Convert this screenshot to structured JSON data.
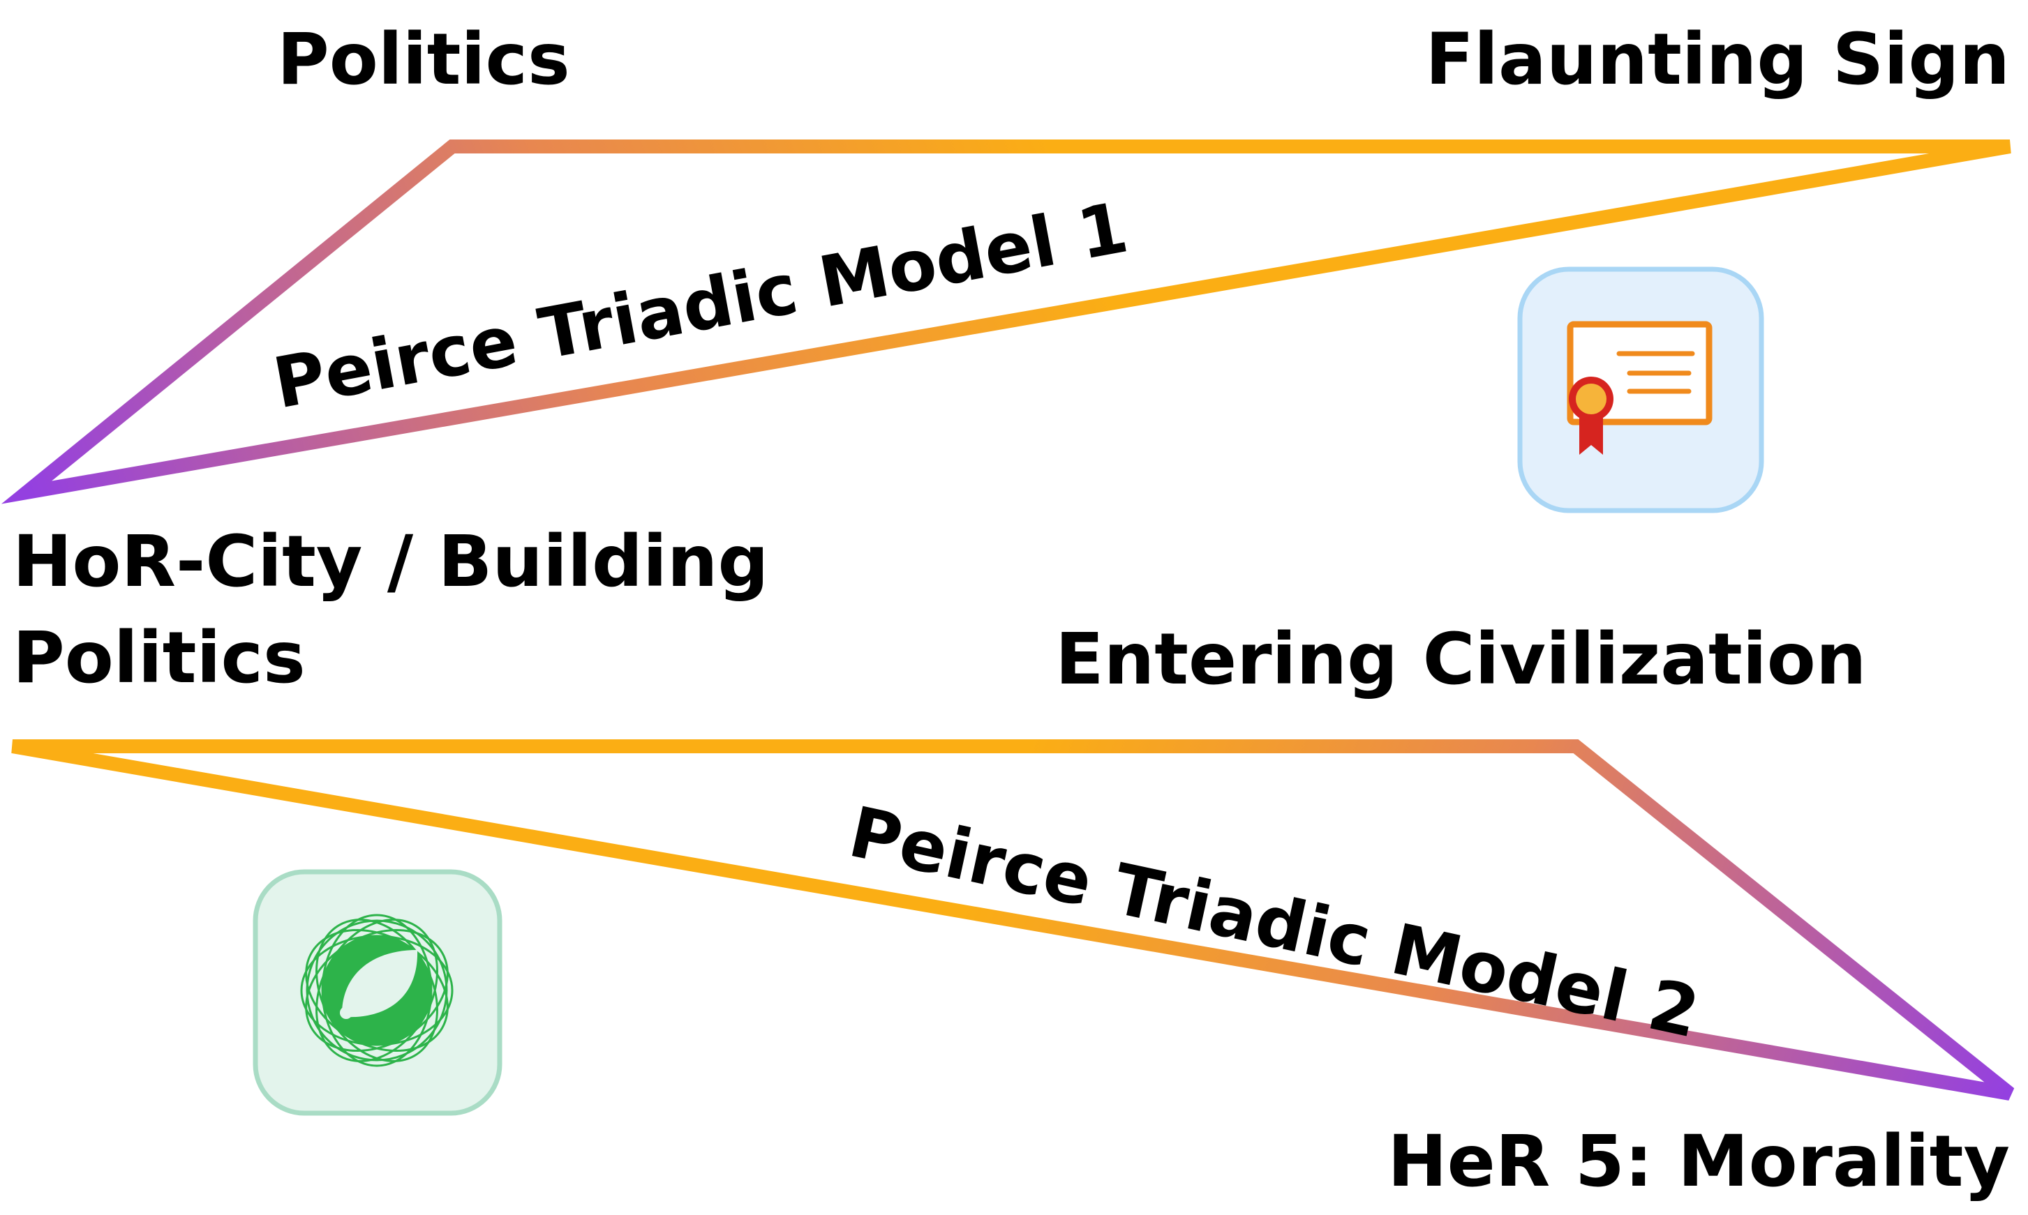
{
  "triangle_1": {
    "top_left_label": "Politics",
    "top_right_label": "Flaunting Sign",
    "bottom_left_label_line1": "HoR-City / Building",
    "bottom_left_label_line2": "Politics",
    "model_label": "Peirce Triadic Model 1",
    "icon": "certificate-icon"
  },
  "triangle_2": {
    "top_right_label": "Entering Civilization",
    "bottom_right_label": "HeR 5: Morality",
    "model_label": "Peirce Triadic Model 2",
    "icon": "leaf-icon"
  },
  "colors": {
    "gradient_purple": "#9440E0",
    "gradient_orange": "#FBAE14",
    "certificate_tile_fill": "#E3F0FC",
    "certificate_tile_border": "#A9D6F5",
    "leaf_tile_fill": "#E3F4EC",
    "leaf_tile_border": "#A9DCC5",
    "certificate_frame": "#F08A1C",
    "ribbon_red": "#D6241F",
    "seal_gold": "#F6B43A",
    "leaf_green": "#2DB34A"
  }
}
